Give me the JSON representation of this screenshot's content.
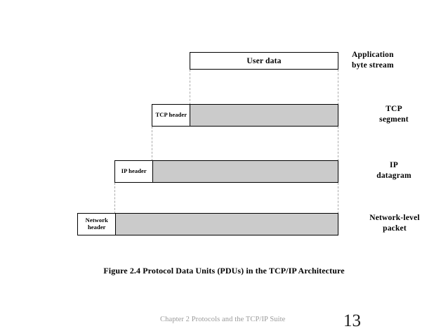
{
  "slide": {
    "figure_caption": "Figure 2.4  Protocol Data Units (PDUs) in the TCP/IP Architecture",
    "footer_text": "Chapter 2 Protocols and the TCP/IP Suite",
    "page_number": "13",
    "colors": {
      "data_fill": "#cbcbcb",
      "header_fill": "#ffffff",
      "outline": "#000000",
      "guide_line": "#a8a8a8",
      "footer_text": "#9a9a9a"
    }
  },
  "diagram": {
    "rows": [
      {
        "id": "application",
        "header_label": "",
        "data_label": "User data",
        "stack_label": "Application\nbyte stream"
      },
      {
        "id": "tcp",
        "header_label": "TCP\nheader",
        "data_label": "",
        "stack_label": "TCP\nsegment"
      },
      {
        "id": "ip",
        "header_label": "IP\nheader",
        "data_label": "",
        "stack_label": "IP\ndatagram"
      },
      {
        "id": "network",
        "header_label": "Network\nheader",
        "data_label": "",
        "stack_label": "Network-level\npacket"
      }
    ]
  }
}
